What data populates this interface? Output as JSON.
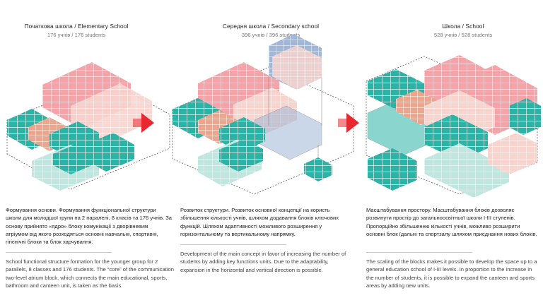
{
  "columns": [
    {
      "title": "Початкова школа / Elementary School",
      "subtitle": "176 учнів / 176 students",
      "text_ua": "Формування основи. Формування функціональної структури школи для молодшої групи на 2 паралелі, 8 класів та 176 учнів. За основу прийнято «ядро» блоку комунікації з дворівневим атріумом від якого розходяться основні навчальні, спортивні, гігієнічні блоки та блок харчування.",
      "text_en": "School functional structure formation for the younger group for 2 parallels, 8 classes and 176 students. The “core” of the communication two-level atrium block, which connects the main educational, sports, bathroom and canteen unit, is taken as the basis"
    },
    {
      "title": "Середня школа / Secondary school",
      "subtitle": "396 учнів / 396 students",
      "text_ua": "Розвиток структури. Розвиток основної концепції на користь збільшення кількості учнів, шляхом додавання блоків ключових функцій. Шляхом адаптивності можливого розширення у горизонтальному та вертикальному напрямку.",
      "text_en": "Development of the main concept in favor of increasing the number of students by adding key functions units. Due to the adaptability, expansion in the horizontal and vertical direction is possible."
    },
    {
      "title": "Школа / School",
      "subtitle": "528 учнів / 528 students",
      "text_ua": "Масштабування простору. Масштабування блоків дозволяє розвинути простір до загальноосвітньої школи І-ІІІ ступенів. Пропорційно збільшенню кількості учнів, можливо розширити основні блок їдальні та спортзалу шляхом приєднання нових блоків.",
      "text_en": "The scaling of the blocks makes it possible to develop the space up to a general education school of I-III levels. In proportion to the increase in the number of students, it is possible to expand the canteen and sports areas by adding new units."
    }
  ],
  "colors": {
    "teal": "#2bb3a6",
    "pink": "#f5a3a8",
    "light_pink": "#f8d4cf",
    "salmon": "#eda58c",
    "blue": "#9fb7d8",
    "mint": "#bfe6df",
    "arrow_red": "#e8282e"
  },
  "icons": [
    "arrow-right-icon",
    "arrow-right-icon"
  ]
}
